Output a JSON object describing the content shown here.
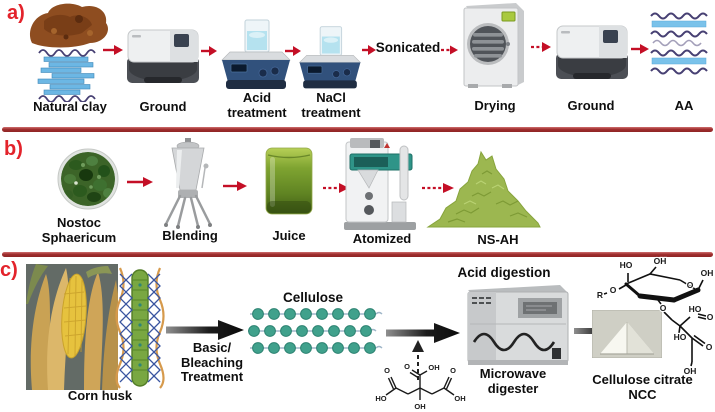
{
  "colors": {
    "accent_red": "#e3232b",
    "divider_red": "#a12f2f",
    "arrow_red": "#c40f26",
    "arrow_black": "#141414",
    "cellulose_green": "#40a18c",
    "powder_green": "#9cb750",
    "juice_green": "#7fa431",
    "clay_brown": "#8e4d20",
    "clay_layer_blue": "#6cb7e4",
    "wave_purple": "#474073"
  },
  "panel_a": {
    "tag": "a)",
    "natural_clay_label": "Natural clay",
    "ground1_label": "Ground",
    "acid_label": "Acid\ntreatment",
    "nacl_label": "NaCl\ntreatment",
    "sonicated_label": "Sonicated",
    "drying_label": "Drying",
    "ground2_label": "Ground",
    "aa_label": "AA"
  },
  "panel_b": {
    "tag": "b)",
    "nostoc_label": "Nostoc\nSphaericum",
    "blending_label": "Blending",
    "juice_label": "Juice",
    "atomized_label": "Atomized",
    "nsah_label": "NS-AH"
  },
  "panel_c": {
    "tag": "c)",
    "corn_husk_label": "Corn husk",
    "treatment_label": "Basic/\nBleaching\nTreatment",
    "cellulose_label": "Cellulose",
    "acid_digestion_label": "Acid digestion",
    "microwave_label": "Microwave\ndigester",
    "ncc_label": "Cellulose citrate\nNCC",
    "citric_acid": {
      "o_top": "O",
      "oh_top": "OH",
      "o_left": "O",
      "ho_left": "HO",
      "oh_center": "OH",
      "o_right": "O",
      "oh_right": "OH"
    },
    "ncc_structure": {
      "oh_t1": "OH",
      "ho_t": "HO",
      "oh_t2": "OH",
      "r": "R",
      "o_l": "O",
      "o_ring": "O",
      "o_link": "O",
      "ho_m": "HO",
      "o_m": "O",
      "ho_b": "HO",
      "o_b": "O",
      "oh_b": "OH"
    }
  }
}
